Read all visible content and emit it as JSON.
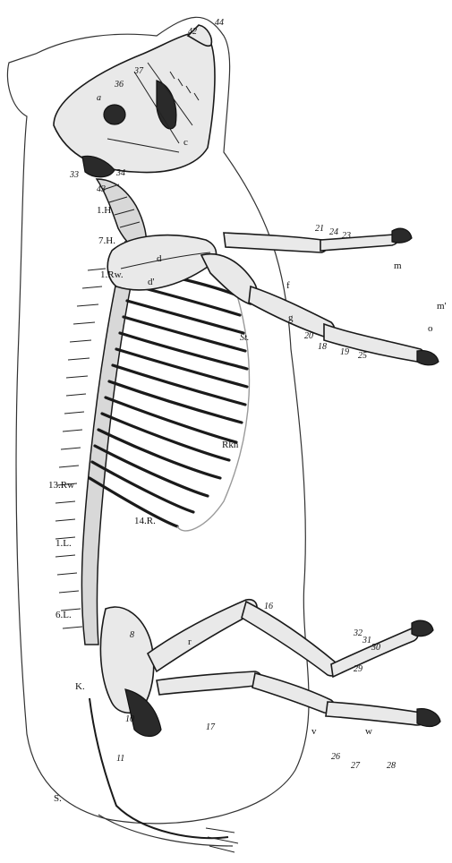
{
  "figure": {
    "labels": {
      "skull_1": "37",
      "skull_2": "36",
      "skull_3": "a",
      "skull_4": "42",
      "skull_5": "44",
      "skull_6": "33",
      "skull_7": "34",
      "skull_8": "43",
      "skull_9": "c",
      "neck_1": "1.H.",
      "neck_2": "7.H.",
      "thorax_1": "1.Rw.",
      "thorax_2": "13.Rw",
      "thorax_3": "14.R.",
      "thorax_4": "Rkn",
      "scapula_1": "d",
      "scapula_2": "d'",
      "foreleg_1": "21",
      "foreleg_2": "24",
      "foreleg_3": "23",
      "foreleg_4": "f",
      "foreleg_5": "g",
      "foreleg_6": "St.",
      "foreleg_7": "18",
      "foreleg_8": "19",
      "foreleg_9": "20",
      "foreleg_10": "25",
      "foreleg_11": "m",
      "foreleg_12": "o",
      "foreleg_13": "m'",
      "lumbar_1": "1.L.",
      "lumbar_2": "6.L.",
      "pelvis_1": "8",
      "pelvis_2": "K.",
      "pelvis_3": "10",
      "pelvis_4": "11",
      "pelvis_5": "S.",
      "hindleg_1": "16",
      "hindleg_2": "r",
      "hindleg_3": "32",
      "hindleg_4": "31",
      "hindleg_5": "30",
      "hindleg_6": "29",
      "hindleg_7": "17",
      "hindleg_8": "v",
      "hindleg_9": "w",
      "hindleg_10": "26",
      "hindleg_11": "27",
      "hindleg_12": "28"
    }
  }
}
